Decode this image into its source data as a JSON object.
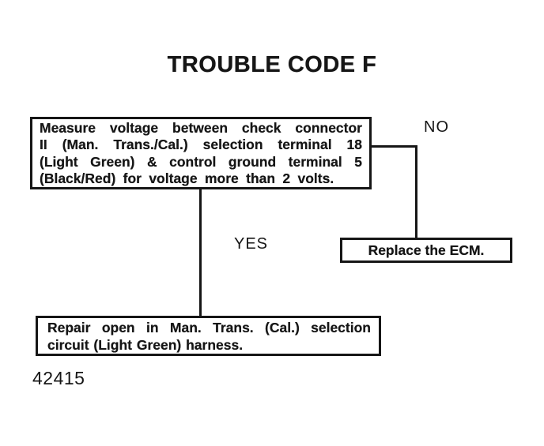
{
  "page": {
    "title": "TROUBLE CODE F",
    "figure_code": "42415",
    "ink_color": "#161616",
    "background_color": "#ffffff"
  },
  "flowchart": {
    "decision_box": {
      "lines": [
        "Measure voltage between check connector",
        "II (Man. Trans./Cal.) selection terminal 18",
        "(Light Green) & control ground terminal 5",
        "(Black/Red) for voltage more than 2 volts."
      ]
    },
    "branches": {
      "no_label": "NO",
      "yes_label": "YES"
    },
    "no_result_box": {
      "text": "Replace the ECM."
    },
    "yes_result_box": {
      "lines": [
        "Repair open in Man. Trans. (Cal.) selection",
        "circuit (Light Green) harness."
      ]
    }
  }
}
